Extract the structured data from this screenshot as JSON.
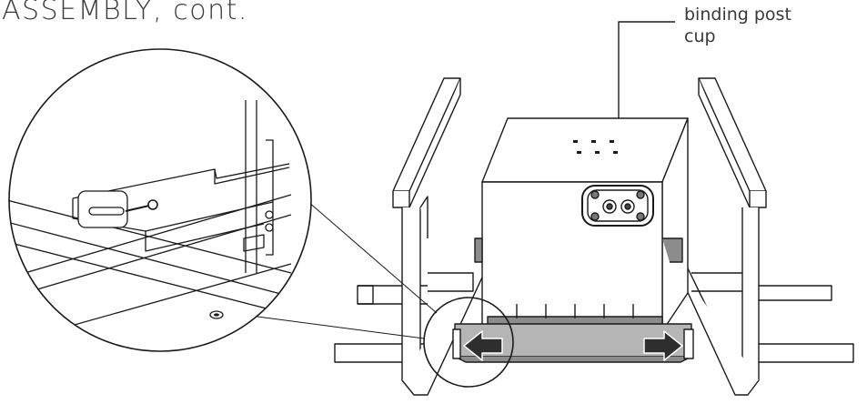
{
  "title": "ASSEMBLY, cont.",
  "callout": {
    "line1": "binding post",
    "line2": "cup"
  },
  "colors": {
    "line": "#1a1a1a",
    "part_gray": "#8c8c8c",
    "arrow": "#2e2e2e"
  }
}
